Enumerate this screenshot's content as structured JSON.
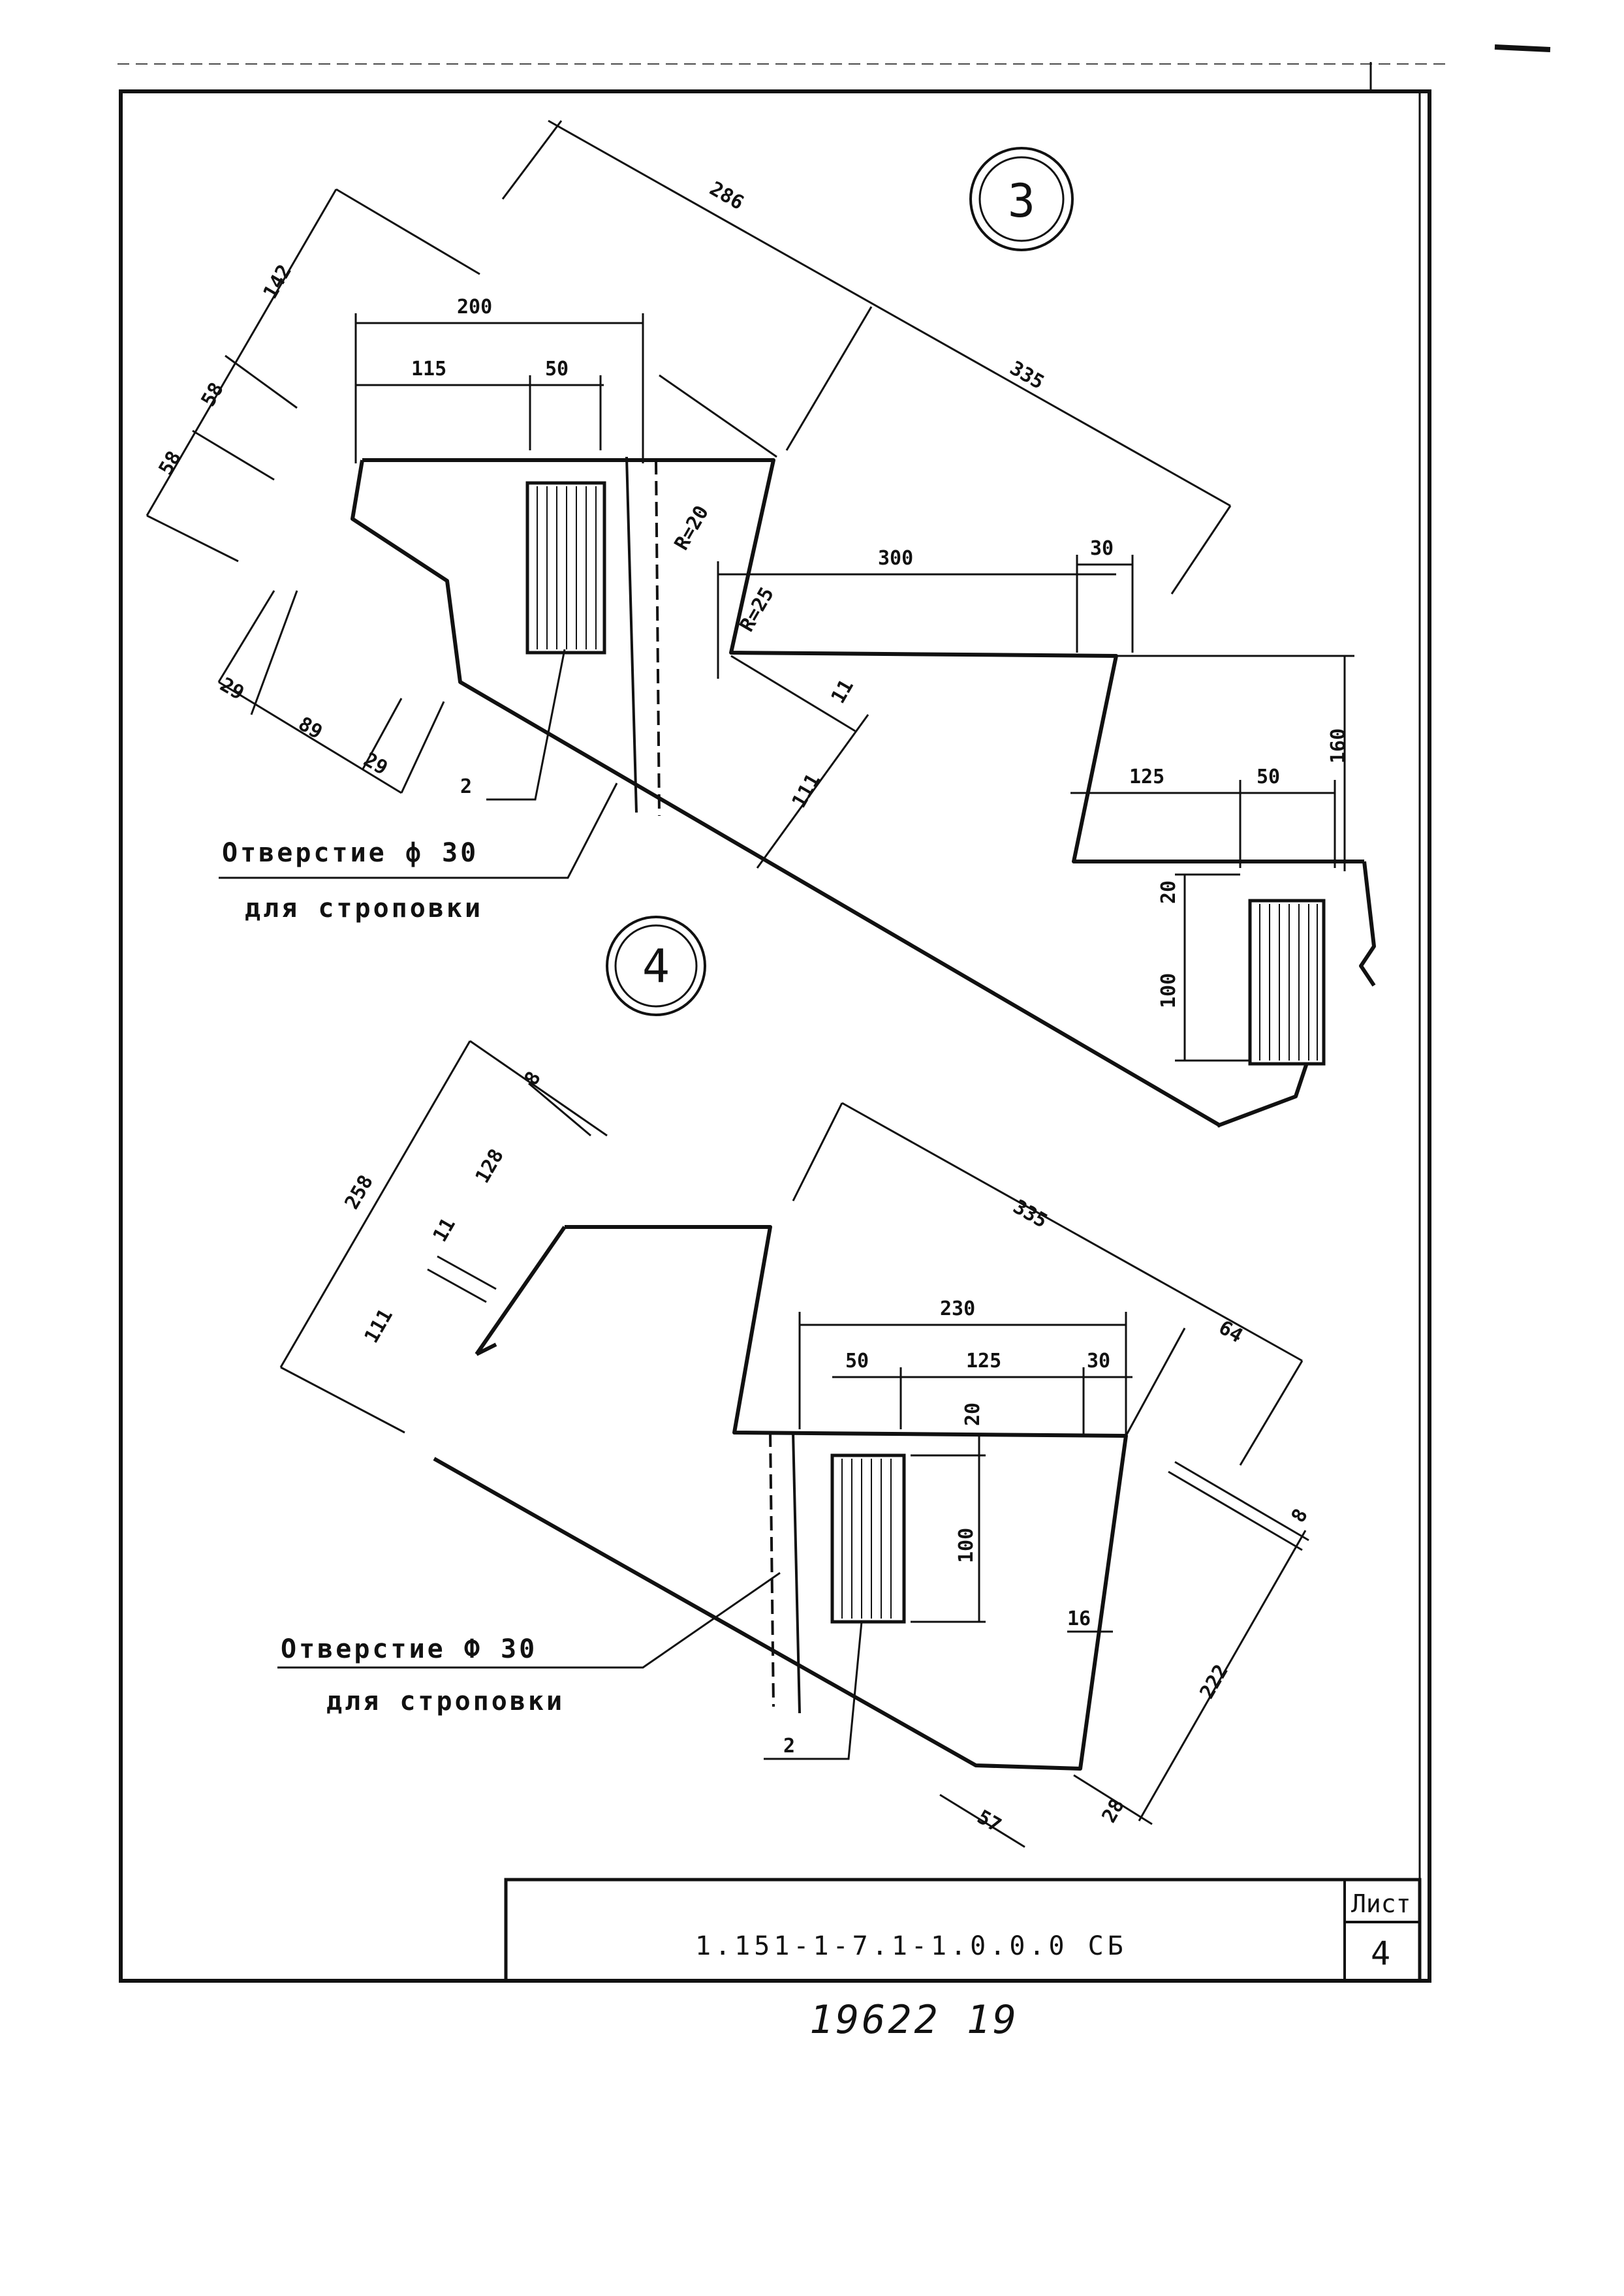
{
  "detail_3": {
    "number": "3",
    "dims": {
      "d286": "286",
      "d335": "335",
      "d142": "142",
      "d58a": "58",
      "d58b": "58",
      "d200": "200",
      "d115": "115",
      "d50": "50",
      "r20": "R=20",
      "r25": "R=25",
      "d300": "300",
      "d30": "30",
      "d11": "11",
      "d111": "111",
      "d29a": "29",
      "d89": "89",
      "d29b": "29",
      "d125": "125",
      "d50b": "50",
      "d160": "160",
      "d20": "20",
      "d100": "100"
    },
    "rebar_mark": "2",
    "hole_note_line1": "Отверстие ф 30",
    "hole_note_line2": "для строповки"
  },
  "detail_4": {
    "number": "4",
    "dims": {
      "d258": "258",
      "d8a": "8",
      "d128": "128",
      "d11": "11",
      "d111": "111",
      "d335": "335",
      "d230": "230",
      "d50": "50",
      "d125": "125",
      "d30": "30",
      "d64": "64",
      "d20": "20",
      "d100": "100",
      "d8b": "8",
      "d16": "16",
      "d222": "222",
      "d28": "28",
      "d57": "57"
    },
    "rebar_mark": "2",
    "hole_note_line1": "Отверстие  Ф 30",
    "hole_note_line2": "для  строповки"
  },
  "title_block": {
    "drawing_code": "1.151-1-7.1-1.0.0.0 СБ",
    "sheet_label": "Лист",
    "sheet_number": "4"
  },
  "archive_number": "19622 19"
}
